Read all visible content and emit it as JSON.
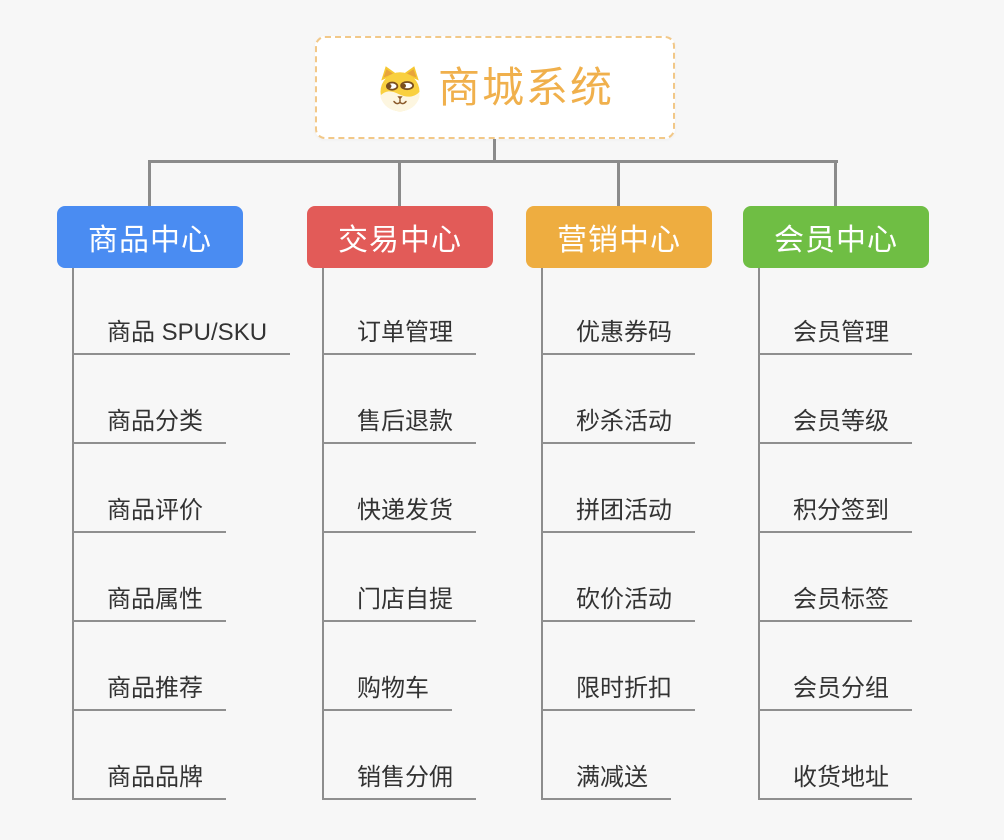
{
  "root": {
    "title": "商城系统",
    "icon": "dog-face-icon",
    "title_color": "#F0B04C",
    "border_color": "#F2C888",
    "background": "#FFFFFF"
  },
  "branches": [
    {
      "label": "商品中心",
      "color": "#4A8CF2",
      "items": [
        "商品 SPU/SKU",
        "商品分类",
        "商品评价",
        "商品属性",
        "商品推荐",
        "商品品牌"
      ]
    },
    {
      "label": "交易中心",
      "color": "#E25B58",
      "items": [
        "订单管理",
        "售后退款",
        "快递发货",
        "门店自提",
        "购物车",
        "销售分佣"
      ]
    },
    {
      "label": "营销中心",
      "color": "#EEAD40",
      "items": [
        "优惠券码",
        "秒杀活动",
        "拼团活动",
        "砍价活动",
        "限时折扣",
        "满减送"
      ]
    },
    {
      "label": "会员中心",
      "color": "#6FBE44",
      "items": [
        "会员管理",
        "会员等级",
        "积分签到",
        "会员标签",
        "会员分组",
        "收货地址"
      ]
    }
  ],
  "colors": {
    "page_background": "#F7F7F7",
    "connector": "#8B8B8B",
    "leaf_underline": "#8F8F8F",
    "leaf_text": "#333333"
  }
}
